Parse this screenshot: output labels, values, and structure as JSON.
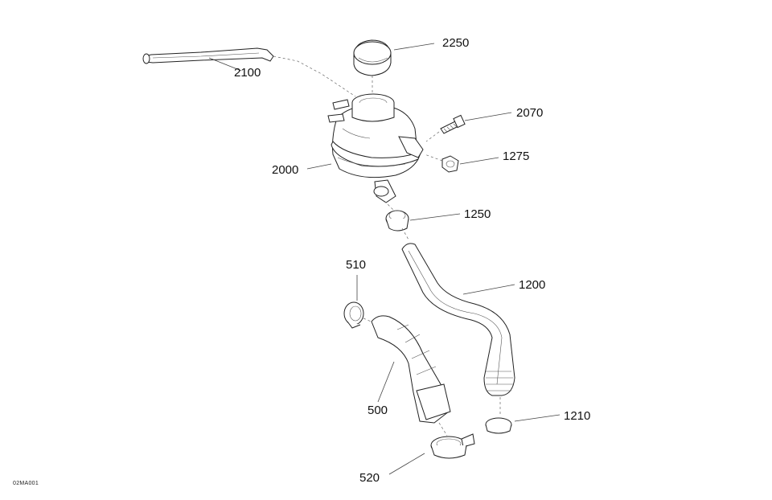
{
  "callouts": {
    "p2250": "2250",
    "p2100": "2100",
    "p2070": "2070",
    "p1275": "1275",
    "p2000": "2000",
    "p1250": "1250",
    "p510": "510",
    "p1200": "1200",
    "p500": "500",
    "p1210": "1210",
    "p520": "520"
  },
  "figure_ref": "02MA001"
}
